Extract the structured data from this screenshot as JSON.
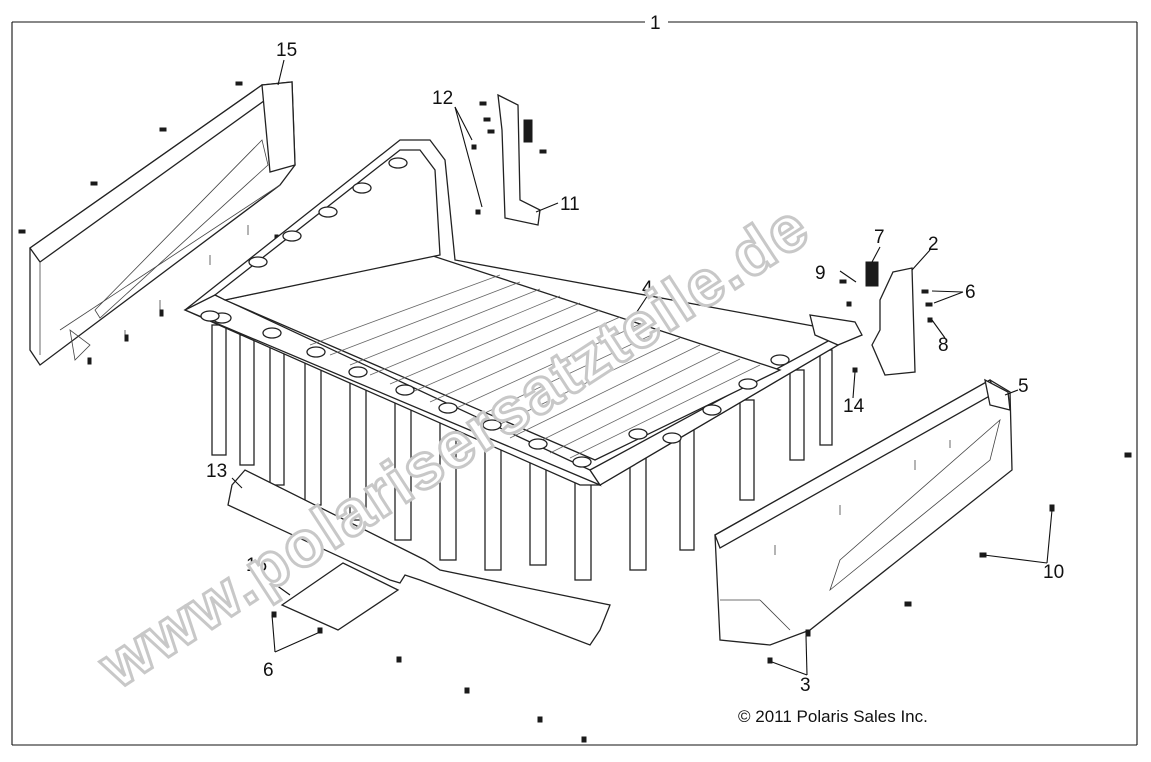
{
  "diagram": {
    "assembly_callout": "1",
    "copyright": "© 2011 Polaris Sales Inc.",
    "watermark": "www.polarisersatzteile.de",
    "callouts": {
      "c2": "2",
      "c3": "3",
      "c4": "4",
      "c5": "5",
      "c6a": "6",
      "c6b": "6",
      "c7": "7",
      "c8": "8",
      "c9": "9",
      "c10": "10",
      "c11": "11",
      "c12": "12",
      "c13": "13",
      "c14": "14",
      "c15": "15",
      "c16": "16"
    }
  }
}
